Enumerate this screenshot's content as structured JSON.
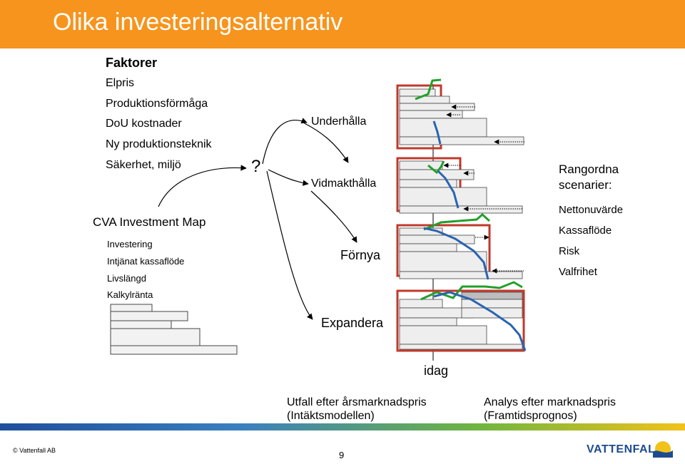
{
  "title": "Olika investeringsalternativ",
  "factors": {
    "heading": "Faktorer",
    "items": [
      "Elpris",
      "Produktionsförmåga",
      "DoU kostnader",
      "Ny produktionsteknik",
      "Säkerhet, miljö"
    ]
  },
  "cva": {
    "heading": "CVA Investment Map",
    "items": [
      "Investering",
      "Intjänat kassaflöde",
      "Livslängd",
      "Kalkylränta"
    ]
  },
  "question_mark": "?",
  "options": [
    "Underhålla",
    "Vidmakthålla",
    "Förnya",
    "Expandera"
  ],
  "ranking": {
    "heading_line1": "Rangordna",
    "heading_line2": "scenarier:",
    "items": [
      "Nettonuvärde",
      "Kassaflöde",
      "Risk",
      "Valfrihet"
    ]
  },
  "today_label": "idag",
  "bottom_left": {
    "line1": "Utfall efter årsmarknadspris",
    "line2": "(Intäktsmodellen)"
  },
  "bottom_right": {
    "line1": "Analys efter marknadspris",
    "line2": "(Framtidsprognos)"
  },
  "footer": {
    "copyright": "© Vattenfall AB",
    "page": "9",
    "brand": "VATTENFALL"
  },
  "colors": {
    "accent": "#f7941d",
    "frame": "#c0392b",
    "green_line": "#22a02a",
    "blue_line": "#2a64b0",
    "brand": "#1e4b8f"
  }
}
